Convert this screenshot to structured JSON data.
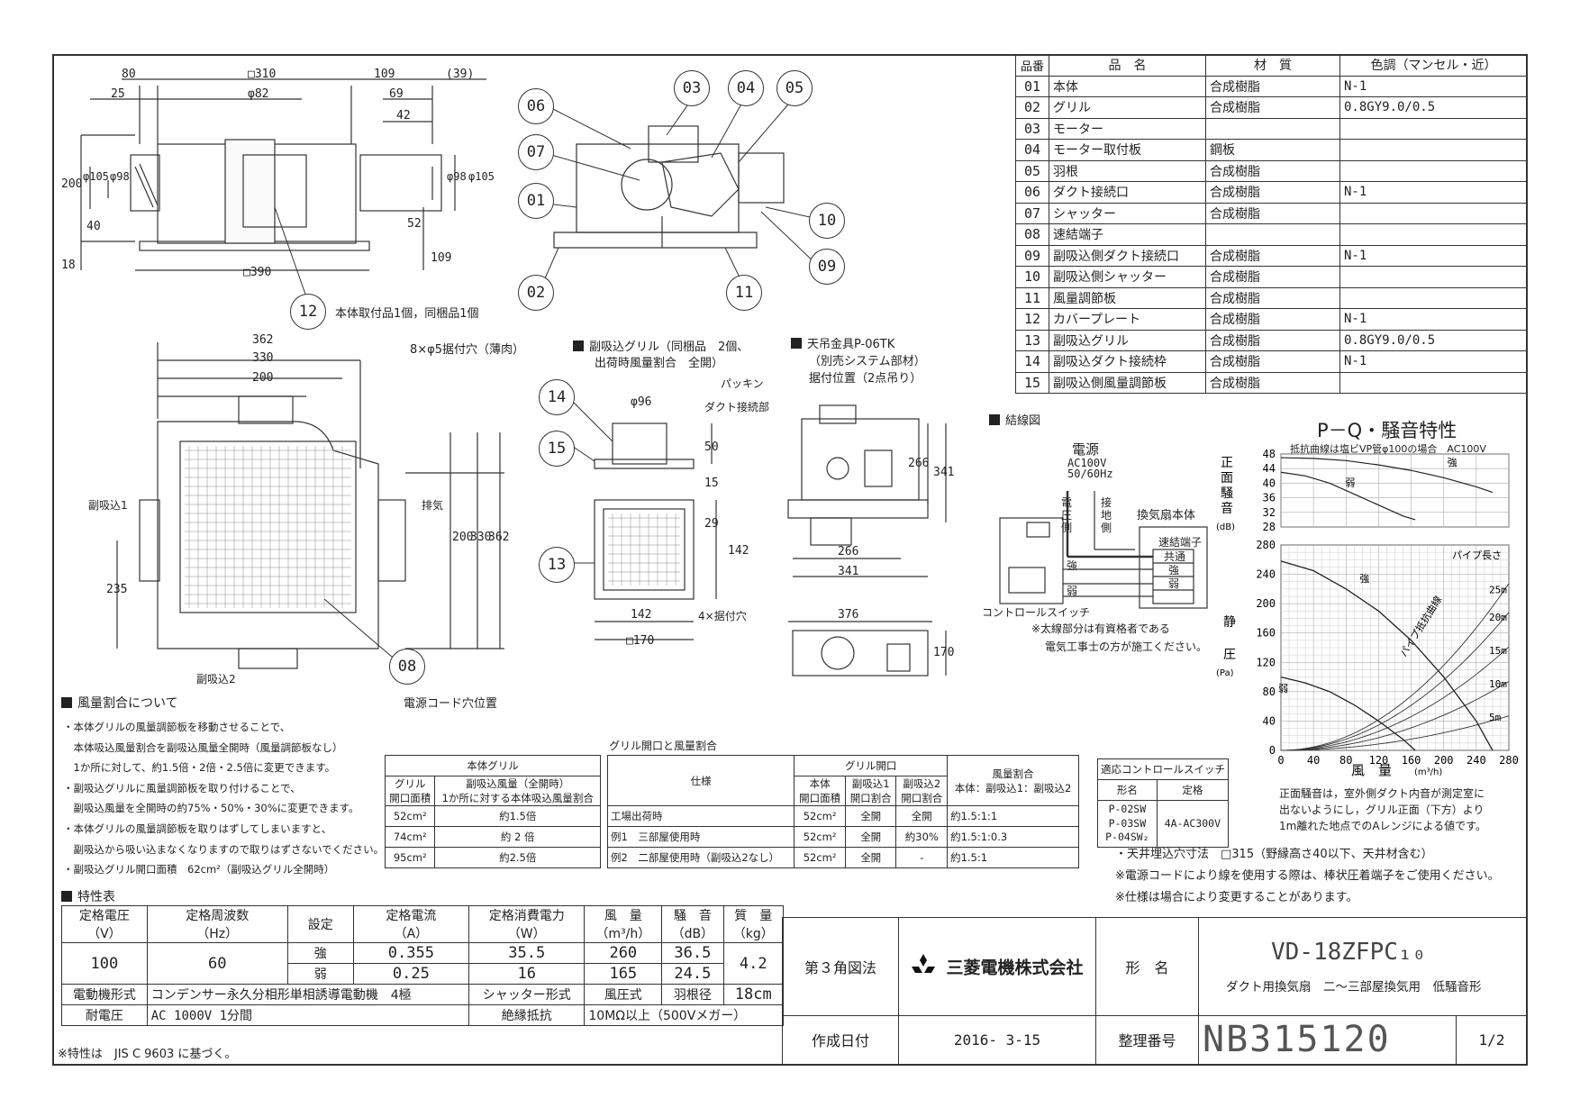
{
  "parts_table": {
    "headers": [
      "品番",
      "品　名",
      "材　質",
      "色調（マンセル・近）"
    ],
    "rows": [
      {
        "no": "01",
        "name": "本体",
        "material": "合成樹脂",
        "color": "N-1"
      },
      {
        "no": "02",
        "name": "グリル",
        "material": "合成樹脂",
        "color": "0.8GY9.0/0.5"
      },
      {
        "no": "03",
        "name": "モーター",
        "material": "",
        "color": ""
      },
      {
        "no": "04",
        "name": "モーター取付板",
        "material": "鋼板",
        "color": ""
      },
      {
        "no": "05",
        "name": "羽根",
        "material": "合成樹脂",
        "color": ""
      },
      {
        "no": "06",
        "name": "ダクト接続口",
        "material": "合成樹脂",
        "color": "N-1"
      },
      {
        "no": "07",
        "name": "シャッター",
        "material": "合成樹脂",
        "color": ""
      },
      {
        "no": "08",
        "name": "速結端子",
        "material": "",
        "color": ""
      },
      {
        "no": "09",
        "name": "副吸込側ダクト接続口",
        "material": "合成樹脂",
        "color": "N-1"
      },
      {
        "no": "10",
        "name": "副吸込側シャッター",
        "material": "合成樹脂",
        "color": ""
      },
      {
        "no": "11",
        "name": "風量調節板",
        "material": "合成樹脂",
        "color": ""
      },
      {
        "no": "12",
        "name": "カバープレート",
        "material": "合成樹脂",
        "color": "N-1"
      },
      {
        "no": "13",
        "name": "副吸込グリル",
        "material": "合成樹脂",
        "color": "0.8GY9.0/0.5"
      },
      {
        "no": "14",
        "name": "副吸込ダクト接続枠",
        "material": "合成樹脂",
        "color": "N-1"
      },
      {
        "no": "15",
        "name": "副吸込側風量調節板",
        "material": "合成樹脂",
        "color": ""
      }
    ]
  },
  "top_view": {
    "dims": [
      "80",
      "□310",
      "109",
      "(39)",
      "25",
      "φ82",
      "69",
      "42",
      "200",
      "φ105",
      "φ98",
      "40",
      "φ98",
      "φ105",
      "52",
      "18",
      "109",
      "□390"
    ],
    "note": "本体取付品1個，同梱品1個"
  },
  "callouts": [
    "01",
    "02",
    "03",
    "04",
    "05",
    "06",
    "07",
    "08",
    "09",
    "10",
    "11",
    "12",
    "13",
    "14",
    "15"
  ],
  "plan_view": {
    "dims": [
      "362",
      "330",
      "200",
      "235",
      "200",
      "330",
      "362"
    ],
    "hole_note": "8×φ5据付穴（薄肉）",
    "label_in1": "副吸込1",
    "label_exhaust": "排気",
    "label_in2": "副吸込2",
    "cord_label": "電源コード穴位置"
  },
  "sub_grille": {
    "title_line1": "副吸込グリル（同梱品　2個、",
    "title_line2": "出荷時風量割合　全開）",
    "packing": "パッキン",
    "duct_part": "ダクト接続部",
    "dims": [
      "φ96",
      "50",
      "15",
      "29",
      "142",
      "142",
      "□170"
    ],
    "holes": "4×据付穴"
  },
  "hanger": {
    "title": "天吊金具P-06TK",
    "sub1": "（別売システム部材）",
    "sub2": "据付位置（2点吊り）",
    "dims": [
      "266",
      "341",
      "266",
      "341",
      "376",
      "170"
    ]
  },
  "wiring": {
    "title": "結線図",
    "power": "電源",
    "voltage": "AC100V",
    "freq": "50/60Hz",
    "voltage_side": "電圧側",
    "ground_side": "接地側",
    "unit": "換気扇本体",
    "terminal": "速結端子",
    "common": "共通",
    "strong": "強",
    "weak": "弱",
    "strong2": "強",
    "weak2": "弱",
    "switch": "コントロールスイッチ",
    "note1": "※太線部分は有資格者である",
    "note2": "電気工事士の方が施工ください。"
  },
  "chart_data": {
    "type": "line",
    "title": "P－Q・騒音特性",
    "subtitle": "抵抗曲線は塩ビVP管φ100の場合　AC100V",
    "noise_ylabel": [
      "正",
      "面",
      "騒",
      "音"
    ],
    "noise_unit": "(dB)",
    "noise_ylim": [
      28,
      48
    ],
    "noise_yticks": [
      "48",
      "44",
      "40",
      "36",
      "32",
      "28"
    ],
    "noise_series": [
      {
        "name": "強",
        "x": [
          0,
          40,
          80,
          120,
          160,
          200,
          240,
          260
        ],
        "y": [
          47,
          46.8,
          46.2,
          45,
          43.5,
          41.5,
          39,
          37.5
        ]
      },
      {
        "name": "弱",
        "x": [
          0,
          30,
          60,
          90,
          120,
          150,
          165
        ],
        "y": [
          43,
          42,
          40,
          37,
          34,
          31,
          30
        ]
      }
    ],
    "pq_ylabel": [
      "静",
      "圧"
    ],
    "pq_unit": "(Pa)",
    "ylim": [
      0,
      280
    ],
    "yticks": [
      "280",
      "240",
      "200",
      "160",
      "120",
      "80",
      "40",
      "0"
    ],
    "xlim": [
      0,
      280
    ],
    "xticks": [
      "0",
      "40",
      "80",
      "120",
      "160",
      "200",
      "240",
      "280"
    ],
    "xlabel": "風　量",
    "xunit": "(m³/h)",
    "series": [
      {
        "name": "強",
        "x": [
          0,
          40,
          80,
          120,
          160,
          200,
          240,
          260
        ],
        "y": [
          258,
          245,
          220,
          190,
          150,
          100,
          40,
          0
        ]
      },
      {
        "name": "弱",
        "x": [
          0,
          30,
          60,
          90,
          120,
          150,
          165
        ],
        "y": [
          100,
          92,
          80,
          62,
          40,
          15,
          0
        ]
      }
    ],
    "pipe_label": "パイプ長さ",
    "pipe_curve_label": "パイプ抵抗曲線",
    "pipe_curves": [
      {
        "name": "25m",
        "k": 0.0029
      },
      {
        "name": "20m",
        "k": 0.0024
      },
      {
        "name": "15m",
        "k": 0.0018
      },
      {
        "name": "10m",
        "k": 0.0012
      },
      {
        "name": "5m",
        "k": 0.0006
      }
    ]
  },
  "chart_note": [
    "正面騒音は，室外側ダクト内音が測定室に",
    "出ないようにし，グリル正面（下方）より",
    "1m離れた地点でのAレンジによる値です。"
  ],
  "switch_table": {
    "title": "適応コントロールスイッチ",
    "col1": "形名",
    "col2": "定格",
    "models": [
      "P-02SW",
      "P-03SW",
      "P-04SW₂"
    ],
    "rating": "4A-AC300V"
  },
  "notes": [
    "・天井埋込穴寸法　□315（野縁高さ40以下、天井材含む）",
    "※電源コードにより線を使用する際は、棒状圧着端子をご使用ください。",
    "※仕様は場合により変更することがあります。"
  ],
  "airflow": {
    "title": "風量割合について",
    "lines": [
      "・本体グリルの風量調節板を移動させることで、",
      "　本体吸込風量割合を副吸込風量全開時（風量調節板なし）",
      "　1か所に対して、約1.5倍・2倍・2.5倍に変更できます。",
      "・副吸込グリルに風量調節板を取り付けることで、",
      "　副吸込風量を全開時の約75%・50%・30%に変更できます。",
      "・本体グリルの風量調節板を取りはずしてしまいますと、",
      "　副吸込から吸い込まなくなりますので取りはずさないでください。",
      "・副吸込グリル開口面積　62cm²（副吸込グリル全開時）"
    ]
  },
  "main_grille": {
    "title": "本体グリル",
    "h1a": "グリル",
    "h1b": "開口面積",
    "h2a": "副吸込風量（全開時）",
    "h2b": "1か所に対する本体吸込風量割合",
    "rows": [
      [
        "52cm²",
        "約1.5倍"
      ],
      [
        "74cm²",
        "約 2 倍"
      ],
      [
        "95cm²",
        "約2.5倍"
      ]
    ]
  },
  "grille_ratio": {
    "title": "グリル開口と風量割合",
    "h_spec": "仕様",
    "h_open": "グリル開口",
    "h_body": [
      "本体",
      "開口面積"
    ],
    "h_in1": [
      "副吸込1",
      "開口割合"
    ],
    "h_in2": [
      "副吸込2",
      "開口割合"
    ],
    "h_ratio": [
      "風量割合",
      "本体：副吸込1：副吸込2"
    ],
    "rows": [
      [
        "工場出荷時",
        "52cm²",
        "全開",
        "全開",
        "約1.5:1:1"
      ],
      [
        "例1　三部屋使用時",
        "52cm²",
        "全開",
        "約30%",
        "約1.5:1:0.3"
      ],
      [
        "例2　二部屋使用時（副吸込2なし）",
        "52cm²",
        "全開",
        "-",
        "約1.5:1"
      ]
    ]
  },
  "spec": {
    "title": "特性表",
    "h": {
      "voltage": [
        "定格電圧",
        "（V）"
      ],
      "freq": [
        "定格周波数",
        "（Hz）"
      ],
      "setting": "設定",
      "current": [
        "定格電流",
        "（A）"
      ],
      "power": [
        "定格消費電力",
        "（W）"
      ],
      "flow": [
        "風　量",
        "（m³/h）"
      ],
      "noise": [
        "騒　音",
        "（dB）"
      ],
      "mass": [
        "質　量",
        "（kg）"
      ]
    },
    "voltage": "100",
    "freq": "60",
    "mass": "4.2",
    "rows": [
      {
        "setting": "強",
        "current": "0.355",
        "power": "35.5",
        "flow": "260",
        "noise": "36.5"
      },
      {
        "setting": "弱",
        "current": "0.25",
        "power": "16",
        "flow": "165",
        "noise": "24.5"
      }
    ],
    "motor_label": "電動機形式",
    "motor": "コンデンサー永久分相形単相誘導電動機　4極",
    "shutter_label": "シャッター形式",
    "shutter": "風圧式",
    "blade_label": "羽根径",
    "blade": "18cm",
    "withstand_label": "耐電圧",
    "withstand": "AC 1000V 1分間",
    "insul_label": "絶縁抵抗",
    "insul": "10MΩ以上（500Vメガー）",
    "footnote": "※特性は　JIS C 9603 に基づく。"
  },
  "title_block": {
    "projection": "第３角図法",
    "company": "三菱電機株式会社",
    "model_label": "形　名",
    "model": "VD-18ZFPC₁₀",
    "description": "ダクト用換気扇　二～三部屋換気用　低騒音形",
    "date_label": "作成日付",
    "date": "2016- 3-15",
    "number_label": "整理番号",
    "number": "NB315120",
    "page": "1/2"
  }
}
